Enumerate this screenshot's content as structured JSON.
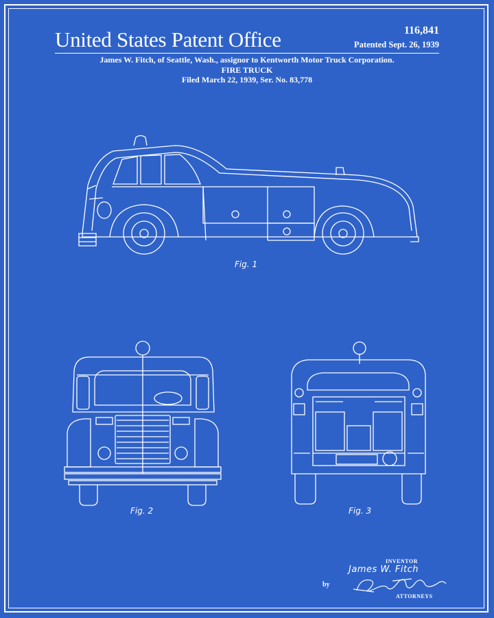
{
  "header": {
    "office": "United States Patent Office",
    "patent_number": "116,841",
    "patented": "Patented Sept. 26, 1939",
    "inventor_line": "James W. Fitch, of Seattle, Wash., assignor to Kentworth Motor Truck Corporation.",
    "title": "FIRE TRUCK",
    "filed": "Filed March 22, 1939, Ser. No. 83,778"
  },
  "figures": {
    "fig1": "Fig. 1",
    "fig2": "Fig. 2",
    "fig3": "Fig. 3"
  },
  "signature": {
    "inventor_label": "Inventor",
    "inventor_name": "James W. Fitch",
    "by": "by",
    "attorneys_label": "Attorneys"
  },
  "colors": {
    "background": "#2f62c8",
    "line": "#ffffff"
  }
}
